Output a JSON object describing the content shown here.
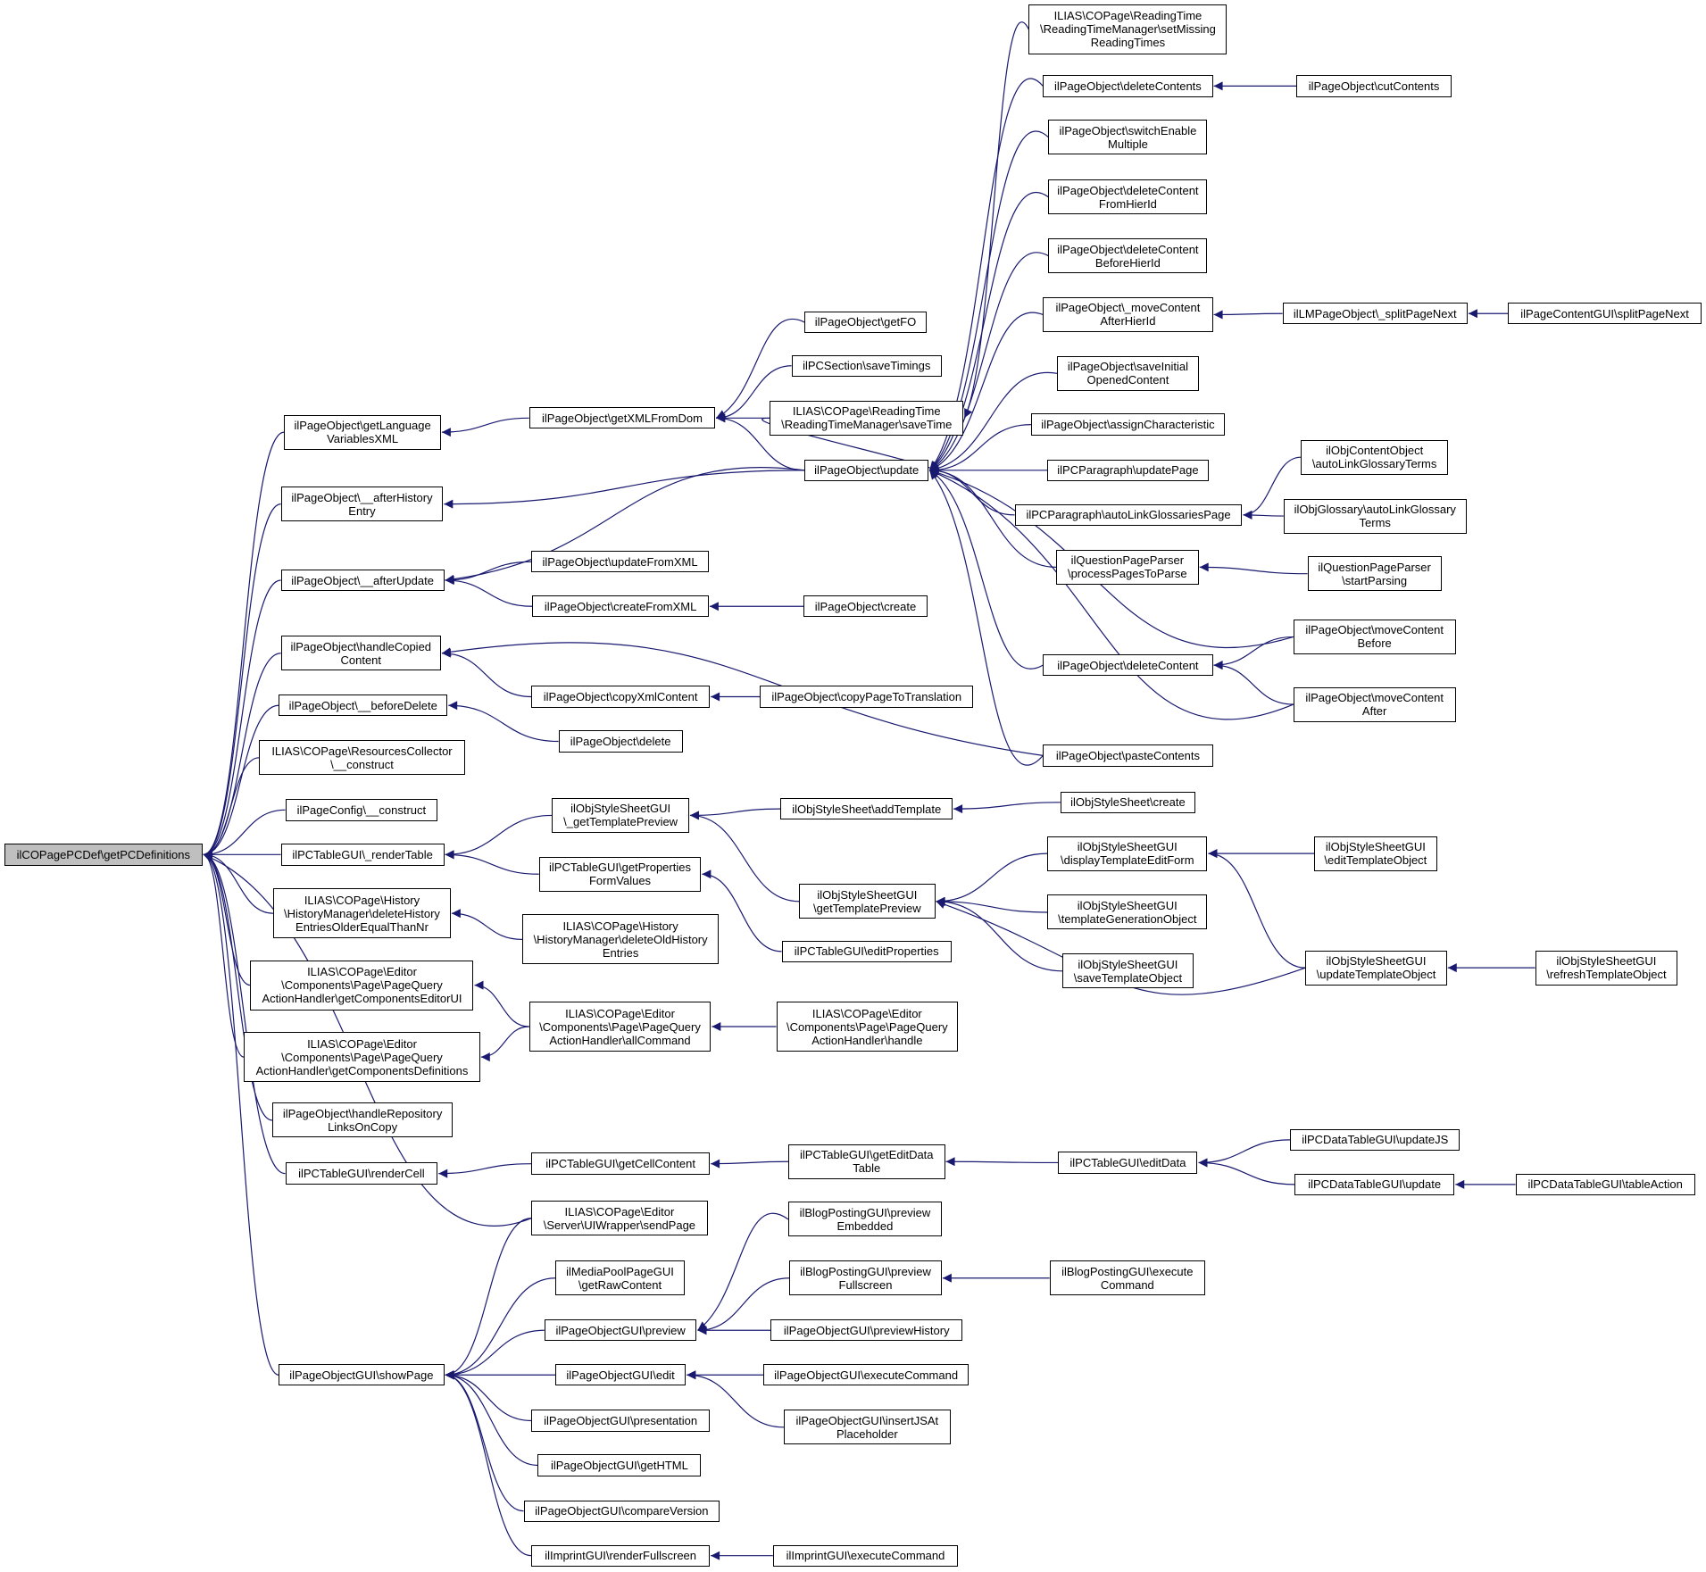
{
  "colors": {
    "edge": "#191970",
    "border": "#000000",
    "root_fill": "#bfbfbf",
    "node_fill": "#ffffff"
  },
  "nodes": [
    {
      "id": "root",
      "lines": [
        "ilCOPagePCDef\\getPCDefinitions"
      ]
    },
    {
      "id": "getLangVars",
      "lines": [
        "ilPageObject\\getLanguage",
        "VariablesXML"
      ]
    },
    {
      "id": "afterHistoryEntry",
      "lines": [
        "ilPageObject\\__afterHistory",
        "Entry"
      ]
    },
    {
      "id": "afterUpdate",
      "lines": [
        "ilPageObject\\__afterUpdate"
      ]
    },
    {
      "id": "handleCopied",
      "lines": [
        "ilPageObject\\handleCopied",
        "Content"
      ]
    },
    {
      "id": "beforeDelete",
      "lines": [
        "ilPageObject\\__beforeDelete"
      ]
    },
    {
      "id": "resColl",
      "lines": [
        "ILIAS\\COPage\\ResourcesCollector",
        "\\__construct"
      ]
    },
    {
      "id": "pageConfig",
      "lines": [
        "ilPageConfig\\__construct"
      ]
    },
    {
      "id": "renderTable",
      "lines": [
        "ilPCTableGUI\\_renderTable"
      ]
    },
    {
      "id": "delHistNr",
      "lines": [
        "ILIAS\\COPage\\History",
        "\\HistoryManager\\deleteHistory",
        "EntriesOlderEqualThanNr"
      ]
    },
    {
      "id": "getCompEditorUI",
      "lines": [
        "ILIAS\\COPage\\Editor",
        "\\Components\\Page\\PageQuery",
        "ActionHandler\\getComponentsEditorUI"
      ]
    },
    {
      "id": "getCompDefs",
      "lines": [
        "ILIAS\\COPage\\Editor",
        "\\Components\\Page\\PageQuery",
        "ActionHandler\\getComponentsDefinitions"
      ]
    },
    {
      "id": "handleRepoLinks",
      "lines": [
        "ilPageObject\\handleRepository",
        "LinksOnCopy"
      ]
    },
    {
      "id": "renderCell",
      "lines": [
        "ilPCTableGUI\\renderCell"
      ]
    },
    {
      "id": "showPage",
      "lines": [
        "ilPageObjectGUI\\showPage"
      ]
    },
    {
      "id": "getXMLFromDom",
      "lines": [
        "ilPageObject\\getXMLFromDom"
      ]
    },
    {
      "id": "updateFromXML",
      "lines": [
        "ilPageObject\\updateFromXML"
      ]
    },
    {
      "id": "createFromXML",
      "lines": [
        "ilPageObject\\createFromXML"
      ]
    },
    {
      "id": "copyXmlContent",
      "lines": [
        "ilPageObject\\copyXmlContent"
      ]
    },
    {
      "id": "delete",
      "lines": [
        "ilPageObject\\delete"
      ]
    },
    {
      "id": "getTemplatePreviewStatic",
      "lines": [
        "ilObjStyleSheetGUI",
        "\\_getTemplatePreview"
      ]
    },
    {
      "id": "getPropsFormValues",
      "lines": [
        "ilPCTableGUI\\getProperties",
        "FormValues"
      ]
    },
    {
      "id": "deleteOldHistory",
      "lines": [
        "ILIAS\\COPage\\History",
        "\\HistoryManager\\deleteOldHistory",
        "Entries"
      ]
    },
    {
      "id": "allCommand",
      "lines": [
        "ILIAS\\COPage\\Editor",
        "\\Components\\Page\\PageQuery",
        "ActionHandler\\allCommand"
      ]
    },
    {
      "id": "getCellContent",
      "lines": [
        "ilPCTableGUI\\getCellContent"
      ]
    },
    {
      "id": "sendPage",
      "lines": [
        "ILIAS\\COPage\\Editor",
        "\\Server\\UIWrapper\\sendPage"
      ]
    },
    {
      "id": "getRawContent",
      "lines": [
        "ilMediaPoolPageGUI",
        "\\getRawContent"
      ]
    },
    {
      "id": "preview",
      "lines": [
        "ilPageObjectGUI\\preview"
      ]
    },
    {
      "id": "edit",
      "lines": [
        "ilPageObjectGUI\\edit"
      ]
    },
    {
      "id": "presentation",
      "lines": [
        "ilPageObjectGUI\\presentation"
      ]
    },
    {
      "id": "getHTML",
      "lines": [
        "ilPageObjectGUI\\getHTML"
      ]
    },
    {
      "id": "compareVersion",
      "lines": [
        "ilPageObjectGUI\\compareVersion"
      ]
    },
    {
      "id": "imprintRenderFS",
      "lines": [
        "ilImprintGUI\\renderFullscreen"
      ]
    },
    {
      "id": "getFO",
      "lines": [
        "ilPageObject\\getFO"
      ]
    },
    {
      "id": "saveTimings",
      "lines": [
        "ilPCSection\\saveTimings"
      ]
    },
    {
      "id": "saveTime",
      "lines": [
        "ILIAS\\COPage\\ReadingTime",
        "\\ReadingTimeManager\\saveTime"
      ]
    },
    {
      "id": "update",
      "lines": [
        "ilPageObject\\update"
      ]
    },
    {
      "id": "create",
      "lines": [
        "ilPageObject\\create"
      ]
    },
    {
      "id": "copyPageToTranslation",
      "lines": [
        "ilPageObject\\copyPageToTranslation"
      ]
    },
    {
      "id": "addTemplate",
      "lines": [
        "ilObjStyleSheet\\addTemplate"
      ]
    },
    {
      "id": "getTemplatePreview",
      "lines": [
        "ilObjStyleSheetGUI",
        "\\getTemplatePreview"
      ]
    },
    {
      "id": "editProperties",
      "lines": [
        "ilPCTableGUI\\editProperties"
      ]
    },
    {
      "id": "pqHandle",
      "lines": [
        "ILIAS\\COPage\\Editor",
        "\\Components\\Page\\PageQuery",
        "ActionHandler\\handle"
      ]
    },
    {
      "id": "getEditDataTable",
      "lines": [
        "ilPCTableGUI\\getEditData",
        "Table"
      ]
    },
    {
      "id": "blogPrevEmbedded",
      "lines": [
        "ilBlogPostingGUI\\preview",
        "Embedded"
      ]
    },
    {
      "id": "blogPrevFullscreen",
      "lines": [
        "ilBlogPostingGUI\\preview",
        "Fullscreen"
      ]
    },
    {
      "id": "previewHistory",
      "lines": [
        "ilPageObjectGUI\\previewHistory"
      ]
    },
    {
      "id": "pogExecCmd",
      "lines": [
        "ilPageObjectGUI\\executeCommand"
      ]
    },
    {
      "id": "insertJSAt",
      "lines": [
        "ilPageObjectGUI\\insertJSAt",
        "Placeholder"
      ]
    },
    {
      "id": "imprintExecCmd",
      "lines": [
        "ilImprintGUI\\executeCommand"
      ]
    },
    {
      "id": "setMissingRT",
      "lines": [
        "ILIAS\\COPage\\ReadingTime",
        "\\ReadingTimeManager\\setMissing",
        "ReadingTimes"
      ]
    },
    {
      "id": "deleteContents",
      "lines": [
        "ilPageObject\\deleteContents"
      ]
    },
    {
      "id": "switchEnable",
      "lines": [
        "ilPageObject\\switchEnable",
        "Multiple"
      ]
    },
    {
      "id": "delFromHierId",
      "lines": [
        "ilPageObject\\deleteContent",
        "FromHierId"
      ]
    },
    {
      "id": "delBeforeHierId",
      "lines": [
        "ilPageObject\\deleteContent",
        "BeforeHierId"
      ]
    },
    {
      "id": "moveAfterHierId",
      "lines": [
        "ilPageObject\\_moveContent",
        "AfterHierId"
      ]
    },
    {
      "id": "saveInitialOpened",
      "lines": [
        "ilPageObject\\saveInitial",
        "OpenedContent"
      ]
    },
    {
      "id": "assignChar",
      "lines": [
        "ilPageObject\\assignCharacteristic"
      ]
    },
    {
      "id": "paraUpdatePage",
      "lines": [
        "ilPCParagraph\\updatePage"
      ]
    },
    {
      "id": "autoLinkGlossPage",
      "lines": [
        "ilPCParagraph\\autoLinkGlossariesPage"
      ]
    },
    {
      "id": "qppProcess",
      "lines": [
        "ilQuestionPageParser",
        "\\processPagesToParse"
      ]
    },
    {
      "id": "deleteContent",
      "lines": [
        "ilPageObject\\deleteContent"
      ]
    },
    {
      "id": "pasteContents",
      "lines": [
        "ilPageObject\\pasteContents"
      ]
    },
    {
      "id": "ssCreate",
      "lines": [
        "ilObjStyleSheet\\create"
      ]
    },
    {
      "id": "displayTplEdit",
      "lines": [
        "ilObjStyleSheetGUI",
        "\\displayTemplateEditForm"
      ]
    },
    {
      "id": "tplGenObj",
      "lines": [
        "ilObjStyleSheetGUI",
        "\\templateGenerationObject"
      ]
    },
    {
      "id": "saveTplObj",
      "lines": [
        "ilObjStyleSheetGUI",
        "\\saveTemplateObject"
      ]
    },
    {
      "id": "editData",
      "lines": [
        "ilPCTableGUI\\editData"
      ]
    },
    {
      "id": "blogExecCmd",
      "lines": [
        "ilBlogPostingGUI\\execute",
        "Command"
      ]
    },
    {
      "id": "cutContents",
      "lines": [
        "ilPageObject\\cutContents"
      ]
    },
    {
      "id": "splitPageNext",
      "lines": [
        "ilLMPageObject\\_splitPageNext"
      ]
    },
    {
      "id": "autoLinkGlossTerms",
      "lines": [
        "ilObjContentObject",
        "\\autoLinkGlossaryTerms"
      ]
    },
    {
      "id": "glossAutoLink",
      "lines": [
        "ilObjGlossary\\autoLinkGlossary",
        "Terms"
      ]
    },
    {
      "id": "qppStart",
      "lines": [
        "ilQuestionPageParser",
        "\\startParsing"
      ]
    },
    {
      "id": "moveBefore",
      "lines": [
        "ilPageObject\\moveContent",
        "Before"
      ]
    },
    {
      "id": "moveAfter",
      "lines": [
        "ilPageObject\\moveContent",
        "After"
      ]
    },
    {
      "id": "editTplObj",
      "lines": [
        "ilObjStyleSheetGUI",
        "\\editTemplateObject"
      ]
    },
    {
      "id": "updateTplObj",
      "lines": [
        "ilObjStyleSheetGUI",
        "\\updateTemplateObject"
      ]
    },
    {
      "id": "dtUpdateJS",
      "lines": [
        "ilPCDataTableGUI\\updateJS"
      ]
    },
    {
      "id": "dtUpdate",
      "lines": [
        "ilPCDataTableGUI\\update"
      ]
    },
    {
      "id": "pcgSplitNext",
      "lines": [
        "ilPageContentGUI\\splitPageNext"
      ]
    },
    {
      "id": "refreshTplObj",
      "lines": [
        "ilObjStyleSheetGUI",
        "\\refreshTemplateObject"
      ]
    },
    {
      "id": "dtTableAction",
      "lines": [
        "ilPCDataTableGUI\\tableAction"
      ]
    }
  ]
}
